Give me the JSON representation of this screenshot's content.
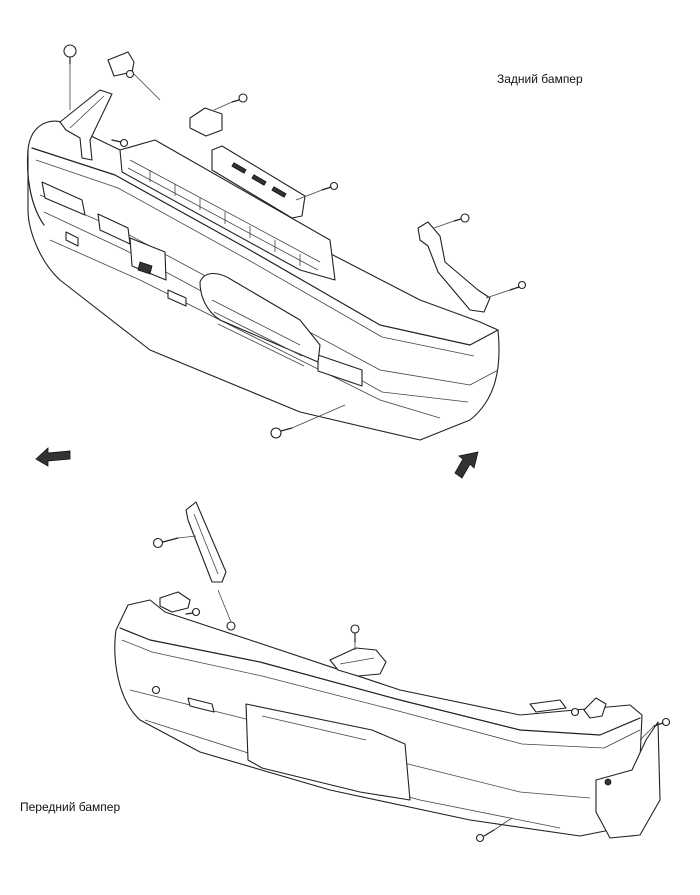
{
  "labels": {
    "rear_bumper": "Задний бампер",
    "front_bumper": "Передний бампер"
  },
  "arrows": [
    {
      "name": "direction-arrow-left",
      "direction": "left"
    },
    {
      "name": "direction-arrow-up-right",
      "direction": "up-right"
    }
  ],
  "colors": {
    "line": "#222222",
    "background": "#ffffff"
  }
}
